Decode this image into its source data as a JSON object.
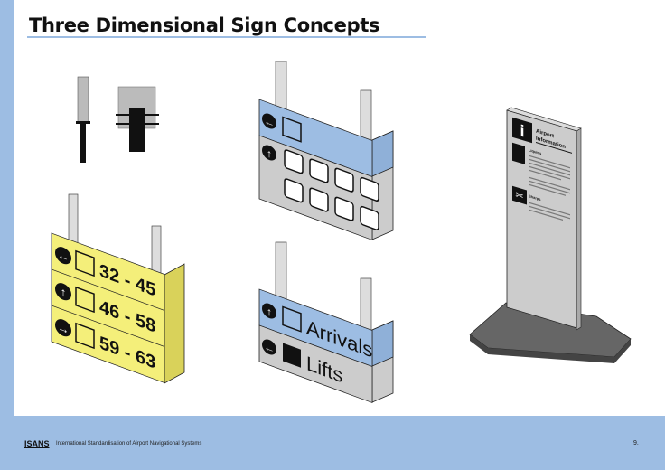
{
  "header": {
    "title": "Three Dimensional Sign Concepts"
  },
  "footer": {
    "logo": "ISANS",
    "text": "International Standardisation of Airport Navigational Systems",
    "page": "9."
  },
  "yellow_sign": {
    "rows": [
      "32 - 45",
      "46 - 58",
      "59 - 63"
    ],
    "arrows": [
      "left",
      "up",
      "right"
    ],
    "color": "#f4ef7a"
  },
  "icon_sign": {
    "arrows": [
      "left",
      "up"
    ],
    "color": "#9dbde3"
  },
  "arrivals_sign": {
    "rows": [
      {
        "arrow": "up",
        "label": "Arrivals"
      },
      {
        "arrow": "left",
        "label": "Lifts"
      }
    ],
    "color": "#9dbde3"
  },
  "info_totem": {
    "title1": "Airport",
    "title2": "Information",
    "section1": "Liquids",
    "section2": "Sharps"
  }
}
